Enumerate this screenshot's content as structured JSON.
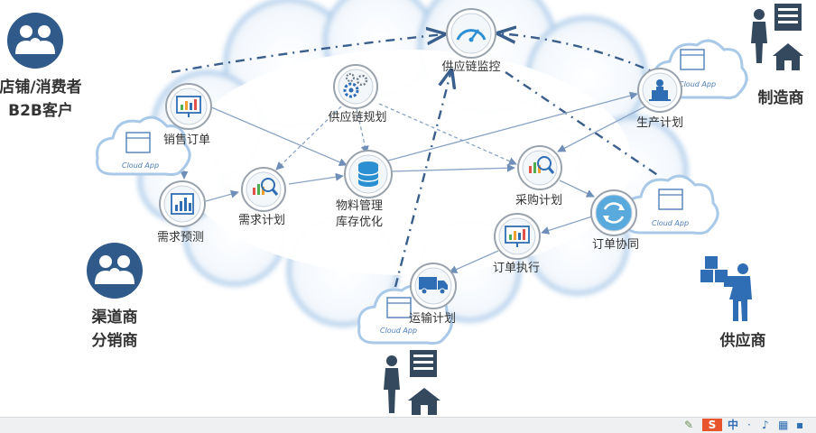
{
  "nodes": {
    "supply_monitor": "供应链监控",
    "supply_plan": "供应链规划",
    "sales_order": "销售订单",
    "demand_forecast": "需求预测",
    "demand_plan": "需求计划",
    "material_mgmt": "物料管理",
    "inventory_opt": "库存优化",
    "procurement_plan": "采购计划",
    "production_plan": "生产计划",
    "order_collab": "订单协同",
    "order_exec": "订单执行",
    "transport_plan": "运输计划"
  },
  "actors": {
    "retail_consumer": "店铺/消费者",
    "b2b_customer": "B2B客户",
    "channel": "渠道商",
    "distributor": "分销商",
    "manufacturer": "制造商",
    "supplier": "供应商"
  },
  "cloud_app_label": "Cloud App",
  "taskbar": {
    "lang": "中",
    "accent": "#e8542c"
  },
  "colors": {
    "cloud": "#a9c9e8",
    "link": "#8aa3c4",
    "accent_blue": "#2f6db5",
    "actor_dark": "#34495e"
  }
}
